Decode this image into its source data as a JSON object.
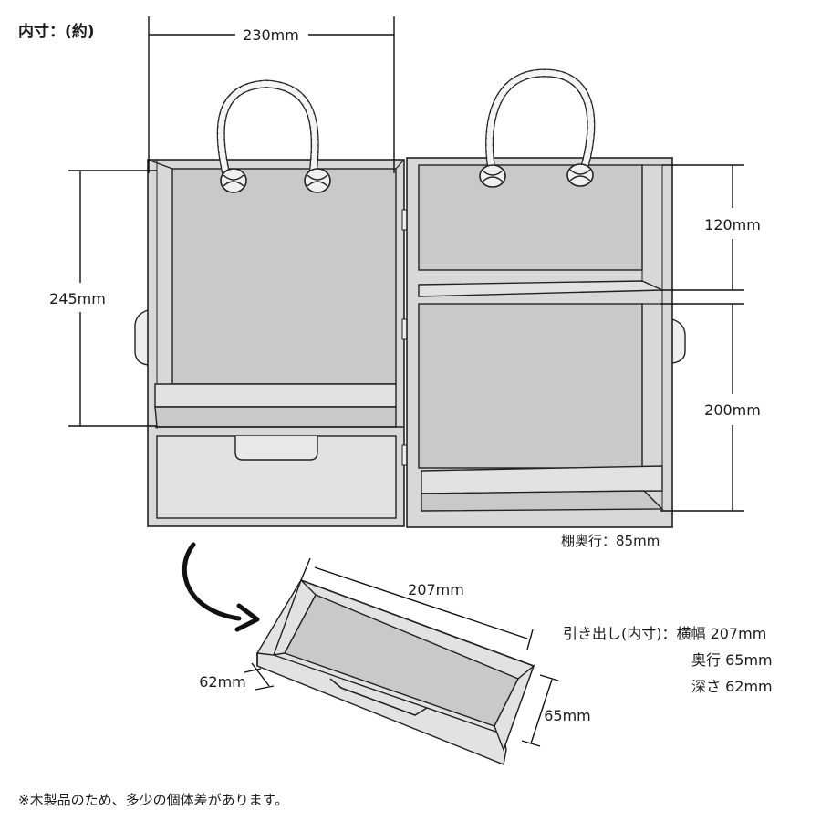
{
  "header": {
    "title": "内寸：(約)"
  },
  "dimensions": {
    "width": "230mm",
    "height": "245mm",
    "upper": "120mm",
    "lower": "200mm",
    "shelf_depth": "棚奥行：85mm",
    "drawer_width": "207mm",
    "drawer_height": "62mm",
    "drawer_depth": "65mm"
  },
  "drawer_spec": {
    "label": "引き出し(内寸)：横幅 207mm",
    "depth": "奥行 65mm",
    "height": "深さ 62mm"
  },
  "footnote": "※木製品のため、多少の個体差があります。"
}
